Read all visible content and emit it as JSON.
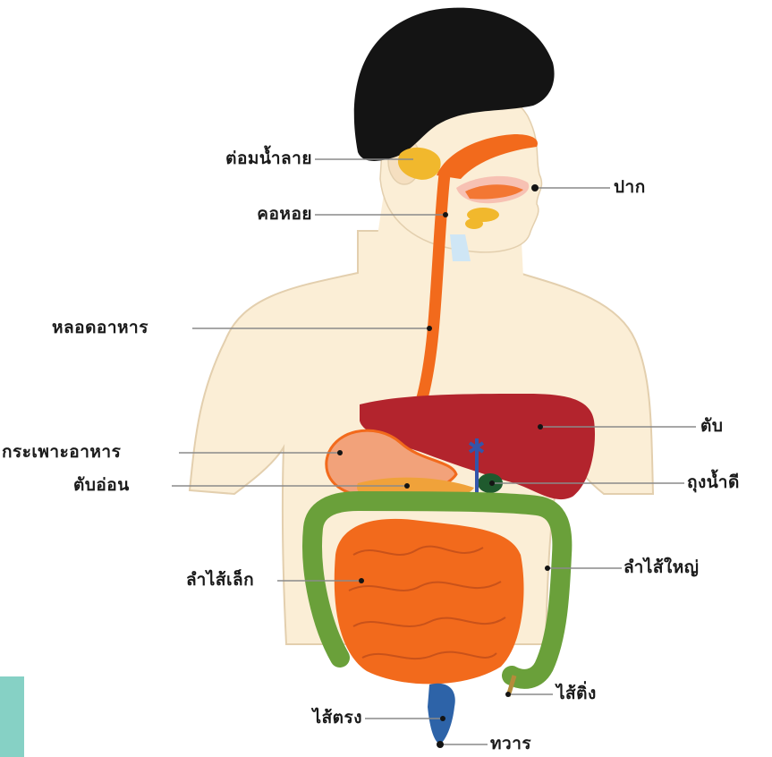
{
  "labels": {
    "salivary_gland": "ต่อมน้ำลาย",
    "mouth": "ปาก",
    "pharynx": "คอหอย",
    "esophagus": "หลอดอาหาร",
    "liver": "ตับ",
    "stomach": "กระเพาะอาหาร",
    "gallbladder": "ถุงน้ำดี",
    "pancreas": "ตับอ่อน",
    "small_intestine": "ลำไส้เล็ก",
    "large_intestine": "ลำไส้ใหญ่",
    "appendix": "ไส้ติ่ง",
    "rectum": "ไส้ตรง",
    "anus": "ทวาร"
  },
  "colors": {
    "skin": "#fbeed6",
    "skin_outline": "#e3cfae",
    "hair": "#141414",
    "digestive_tract": "#f26a1c",
    "liver": "#b3242d",
    "colon": "#6aa03a",
    "gallbladder": "#1f5a2e",
    "rectum": "#2d63a8",
    "accent_bar": "#86d1c5",
    "leader_line": "#8a8a8a"
  },
  "icons": [
    "digestive-system-illustration"
  ]
}
